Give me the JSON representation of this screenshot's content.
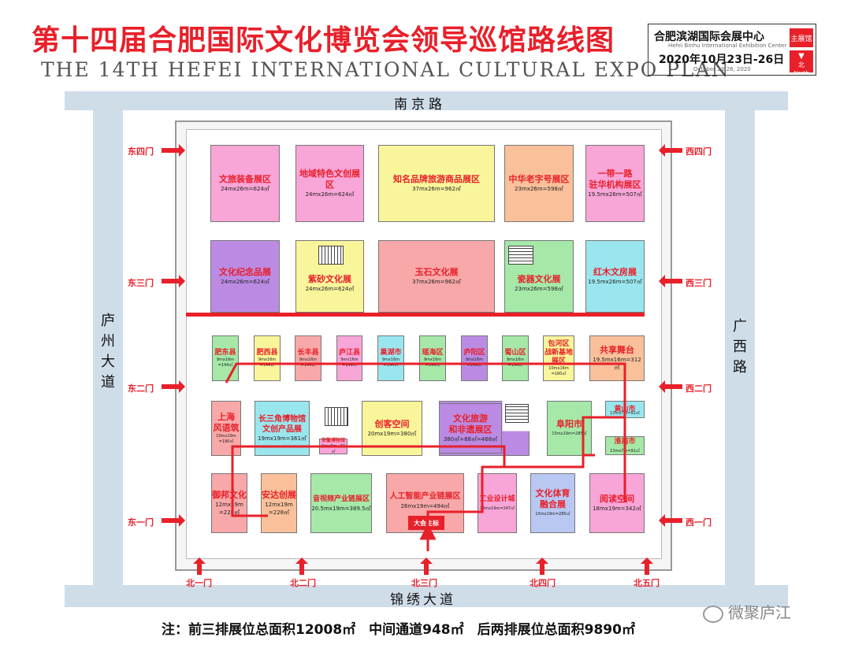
{
  "title": "第十四届合肥国际文化博览会领导巡馆路线图",
  "subtitle": "THE 14TH HEFEI INTERNATIONAL CULTURAL EXPO PLAN",
  "venue": {
    "name": "合肥滨湖国际会展中心",
    "name_en": "Hefei Binhu International Exhibition Center",
    "date": "2020年10月23日-26日",
    "date_en": "October 23-26, 2020",
    "hall_badge": "主展馆",
    "north_badge": "北",
    "north_badge_en": "North"
  },
  "roads": {
    "north": "南京路",
    "south": "锦绣大道",
    "west": "庐州大道",
    "east": "广西路"
  },
  "gates": {
    "east_side": [
      "东四门",
      "东三门",
      "东二门",
      "东一门"
    ],
    "west_side": [
      "西四门",
      "西三门",
      "西二门",
      "西一门"
    ],
    "north_side": [
      "北一门",
      "北二门",
      "北三门",
      "北四门",
      "北五门"
    ]
  },
  "booths": {
    "row1": [
      {
        "name": "文旅装备展区",
        "size": "24mx26m=624㎡"
      },
      {
        "name": "地域特色文创展区",
        "size": "24mx26m=624㎡"
      },
      {
        "name": "知名品牌旅游商品展区",
        "size": "37mx26m=962㎡"
      },
      {
        "name": "中华老字号展区",
        "size": "23mx26m=598㎡"
      },
      {
        "name": "一带一路\n驻华机构展区",
        "size": "19.5mx26m=507㎡"
      }
    ],
    "row2": [
      {
        "name": "文化纪念品展",
        "size": "24mx26m=624㎡"
      },
      {
        "name": "紫砂文化展",
        "size": "24mx26m=624㎡"
      },
      {
        "name": "玉石文化展",
        "size": "37mx26m=962㎡"
      },
      {
        "name": "瓷器文化展",
        "size": "23mx26m=598㎡"
      },
      {
        "name": "红木文房展",
        "size": "19.5mx26m=507㎡"
      }
    ],
    "row3": [
      {
        "name": "肥东县",
        "size": "9mx16m\n=144㎡"
      },
      {
        "name": "肥西县",
        "size": "9mx16m\n=144㎡"
      },
      {
        "name": "长丰县",
        "size": "9mx16m\n=144㎡"
      },
      {
        "name": "庐江县",
        "size": "9mx16m\n=144㎡"
      },
      {
        "name": "巢湖市",
        "size": "9mx16m\n=144㎡"
      },
      {
        "name": "瑶海区",
        "size": "9mx16m\n=144㎡"
      },
      {
        "name": "庐阳区",
        "size": "9mx16m\n=144㎡"
      },
      {
        "name": "蜀山区",
        "size": "9mx16m\n=144㎡"
      },
      {
        "name": "包河区\n战新基地\n展区",
        "size": "10mx16m\n=160㎡"
      },
      {
        "name": "共享舞台",
        "size": "19.5mx16m=312㎡"
      }
    ],
    "row4": [
      {
        "name": "上海\n风语筑",
        "size": "10mx19m\n=190㎡"
      },
      {
        "name": "长三角博物馆\n文创产品展",
        "size": "19mx19m=361㎡"
      },
      {
        "name": "安徽博物馆",
        "size": "9mx8m=72㎡"
      },
      {
        "name": "创客空间",
        "size": "20mx19m=380㎡"
      },
      {
        "name": "文化旅游\n和非遗展区",
        "size": "380㎡+88㎡=468㎡"
      },
      {
        "name": "阜阳市",
        "size": "15mx19m=285㎡"
      },
      {
        "name": "黄山市",
        "size": "13mx7m=91㎡"
      },
      {
        "name": "淮南市",
        "size": "13mx7m=91㎡"
      }
    ],
    "row5": [
      {
        "name": "御邦文化",
        "size": "12mx19m\n=228㎡"
      },
      {
        "name": "安达创展",
        "size": "12mx19m\n=228㎡"
      },
      {
        "name": "音视频产业链展区",
        "size": "20.5mx19m=389.5㎡"
      },
      {
        "name": "人工智能产业链展区",
        "size": "26mx19m=494㎡"
      },
      {
        "name": "工业设计城",
        "size": "13mx19m=247㎡"
      },
      {
        "name": "文化体育\n融合展",
        "size": "15mx19m=285㎡"
      },
      {
        "name": "阅读空间",
        "size": "18mx19m=342㎡"
      }
    ]
  },
  "stage_label": "大会主标",
  "note": "注：前三排展位总面积12008㎡　中间通道948㎡　后两排展位总面积9890㎡",
  "watermark": "微聚庐江",
  "colors": {
    "accent_red": "#e8202a",
    "road": "#cfdde9"
  }
}
